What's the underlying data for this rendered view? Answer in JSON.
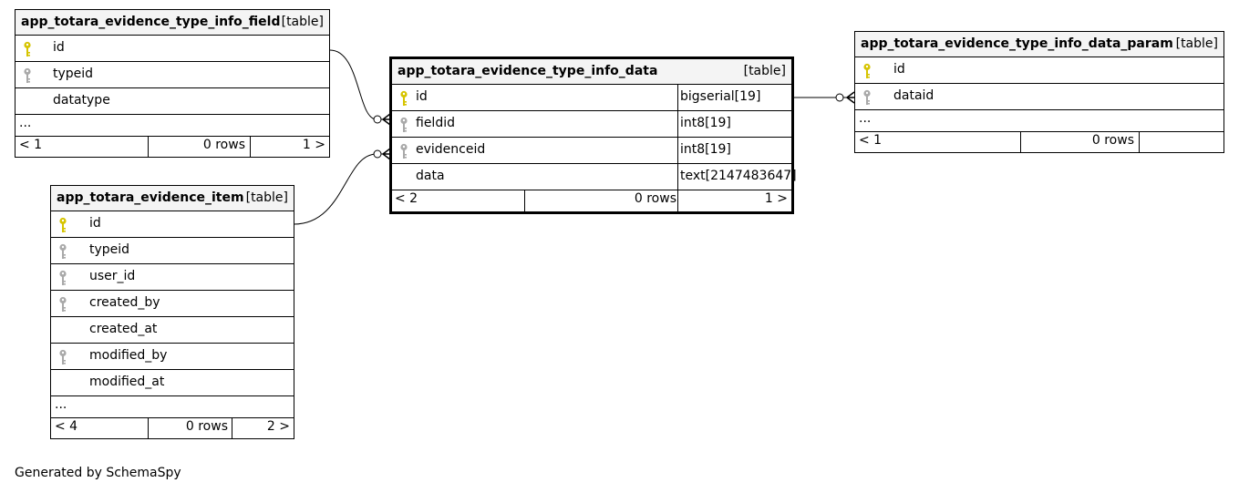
{
  "tables": {
    "field": {
      "name": "app_totara_evidence_type_info_field",
      "kind": "[table]",
      "columns": [
        {
          "name": "id",
          "key": "primary"
        },
        {
          "name": "typeid",
          "key": "foreign"
        },
        {
          "name": "datatype",
          "key": "none"
        }
      ],
      "more": "...",
      "footer": {
        "left": "< 1",
        "rows": "0 rows",
        "right": "1 >"
      }
    },
    "data": {
      "name": "app_totara_evidence_type_info_data",
      "kind": "[table]",
      "columns": [
        {
          "name": "id",
          "type": "bigserial[19]",
          "key": "primary"
        },
        {
          "name": "fieldid",
          "type": "int8[19]",
          "key": "foreign"
        },
        {
          "name": "evidenceid",
          "type": "int8[19]",
          "key": "foreign"
        },
        {
          "name": "data",
          "type": "text[2147483647]",
          "key": "none"
        }
      ],
      "footer": {
        "left": "< 2",
        "rows": "0 rows",
        "right": "1 >"
      }
    },
    "param": {
      "name": "app_totara_evidence_type_info_data_param",
      "kind": "[table]",
      "columns": [
        {
          "name": "id",
          "key": "primary"
        },
        {
          "name": "dataid",
          "key": "foreign"
        }
      ],
      "more": "...",
      "footer": {
        "left": "< 1",
        "rows": "0 rows",
        "right": ""
      }
    },
    "item": {
      "name": "app_totara_evidence_item",
      "kind": "[table]",
      "columns": [
        {
          "name": "id",
          "key": "primary"
        },
        {
          "name": "typeid",
          "key": "foreign"
        },
        {
          "name": "user_id",
          "key": "foreign"
        },
        {
          "name": "created_by",
          "key": "foreign"
        },
        {
          "name": "created_at",
          "key": "none"
        },
        {
          "name": "modified_by",
          "key": "foreign"
        },
        {
          "name": "modified_at",
          "key": "none"
        }
      ],
      "more": "...",
      "footer": {
        "left": "< 4",
        "rows": "0 rows",
        "right": "2 >"
      }
    }
  },
  "key_colors": {
    "primary": "#d6c400",
    "foreign": "#a9a9a9"
  },
  "footer_text": "Generated by SchemaSpy"
}
